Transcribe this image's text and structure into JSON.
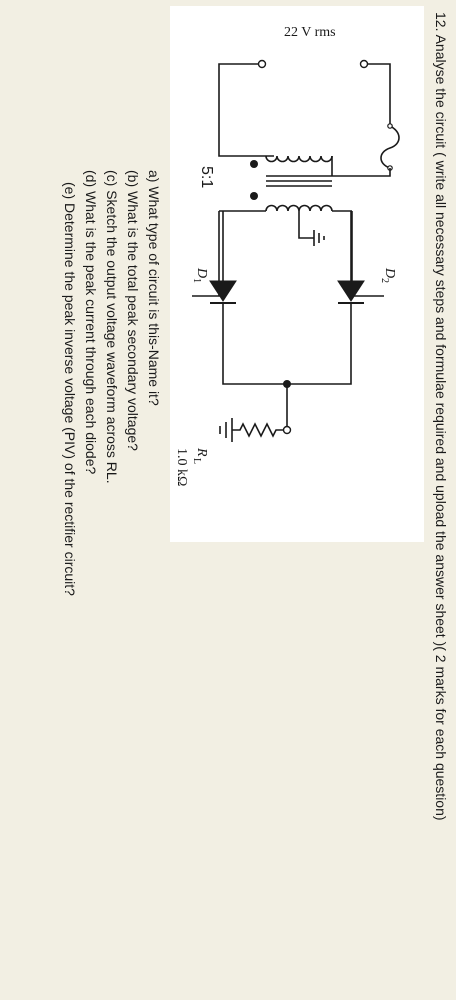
{
  "question": {
    "number": "12.",
    "text": "Analyse the circuit ( write all necessary steps and formulae required and upload the answer sheet )( 2 marks for each question)"
  },
  "circuit": {
    "source_label": "22 V rms",
    "ratio_label": "5:1",
    "diode1_label": "D",
    "diode1_sub": "1",
    "diode2_label": "D",
    "diode2_sub": "2",
    "resistor_label": "R",
    "resistor_sub": "L",
    "resistor_value": "1.0 kΩ"
  },
  "subquestions": [
    "a) What type of circuit is this-Name it?",
    "(b) What is the total peak secondary voltage?",
    "(c) Sketch the output voltage waveform across RL.",
    "(d) What is the peak current through each diode?",
    "(e) Determine  the  peak inverse voltage (PIV) of the rectifier circuit?"
  ]
}
